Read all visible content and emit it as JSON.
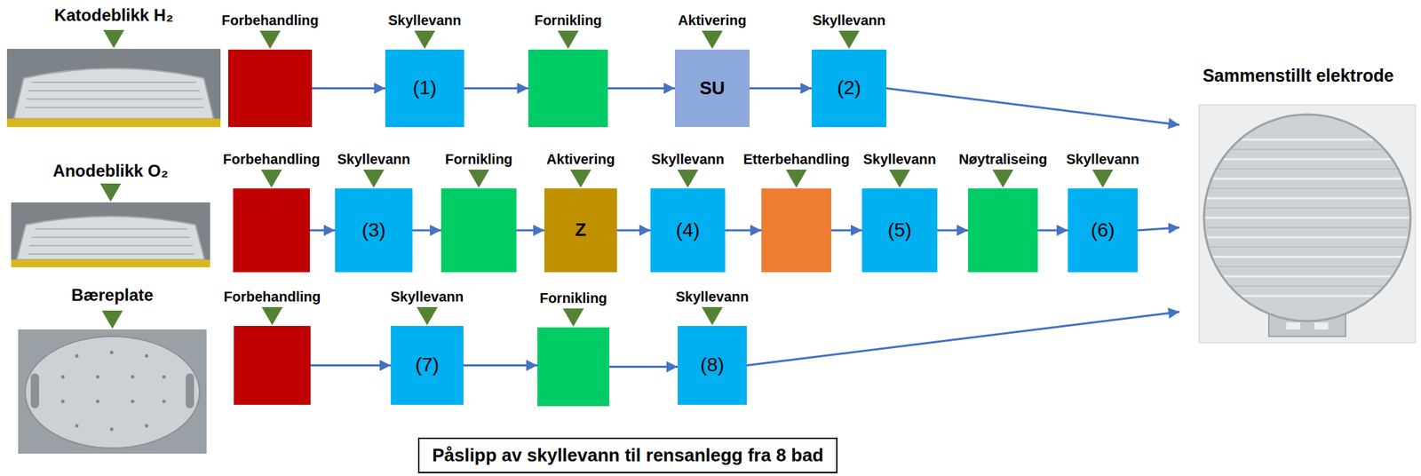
{
  "diagram": {
    "nodes": [
      {
        "text": [
          "Katodeblikk H₂"
        ]
      },
      {
        "text": [
          "Forbehandling"
        ]
      },
      {
        "text": [
          "Skyllevann",
          "(1)"
        ]
      },
      {
        "text": [
          "Fornikling"
        ]
      },
      {
        "text": [
          "Aktivering",
          "SU"
        ]
      },
      {
        "text": [
          "Skyllevann",
          "(2)"
        ]
      },
      {
        "text": [
          "Sammenstillt elektrode"
        ]
      },
      {
        "text": [
          "Anodeblikk O₂"
        ]
      },
      {
        "text": [
          "Forbehandling"
        ]
      },
      {
        "text": [
          "Skyllevann",
          "(3)"
        ]
      },
      {
        "text": [
          "Fornikling"
        ]
      },
      {
        "text": [
          "Aktivering",
          "Z"
        ]
      },
      {
        "text": [
          "Skyllevann",
          "(4)"
        ]
      },
      {
        "text": [
          "Etterbehandling"
        ]
      },
      {
        "text": [
          "Skyllevann",
          "(5)"
        ]
      },
      {
        "text": [
          "Nøytraliseing"
        ]
      },
      {
        "text": [
          "Skyllevann",
          "(6)"
        ]
      },
      {
        "text": [
          "Bæreplate"
        ]
      },
      {
        "text": [
          "Forbehandling"
        ]
      },
      {
        "text": [
          "Skyllevann",
          "(7)"
        ]
      },
      {
        "text": [
          "Fornikling"
        ]
      },
      {
        "text": [
          "Skyllevann",
          "(8)"
        ]
      },
      {
        "text": [
          "Påslipp av skyllevann til rensanlegg fra 8 bad"
        ]
      }
    ],
    "edges": [
      {
        "from": 1,
        "to": 2,
        "arrow": "to"
      },
      {
        "from": 2,
        "to": 3,
        "arrow": "to"
      },
      {
        "from": 3,
        "to": 4,
        "arrow": "to"
      },
      {
        "from": 4,
        "to": 5,
        "arrow": "to"
      },
      {
        "from": 5,
        "to": 6,
        "arrow": "to"
      },
      {
        "from": 8,
        "to": 9,
        "arrow": "to"
      },
      {
        "from": 9,
        "to": 10,
        "arrow": "to"
      },
      {
        "from": 10,
        "to": 11,
        "arrow": "to"
      },
      {
        "from": 11,
        "to": 12,
        "arrow": "to"
      },
      {
        "from": 12,
        "to": 13,
        "arrow": "to"
      },
      {
        "from": 13,
        "to": 14,
        "arrow": "to"
      },
      {
        "from": 14,
        "to": 15,
        "arrow": "to"
      },
      {
        "from": 15,
        "to": 16,
        "arrow": "to"
      },
      {
        "from": 16,
        "to": 6,
        "arrow": "to"
      },
      {
        "from": 18,
        "to": 19,
        "arrow": "to"
      },
      {
        "from": 19,
        "to": 20,
        "arrow": "to"
      },
      {
        "from": 20,
        "to": 21,
        "arrow": "to"
      },
      {
        "from": 21,
        "to": 6,
        "arrow": "to"
      }
    ]
  }
}
